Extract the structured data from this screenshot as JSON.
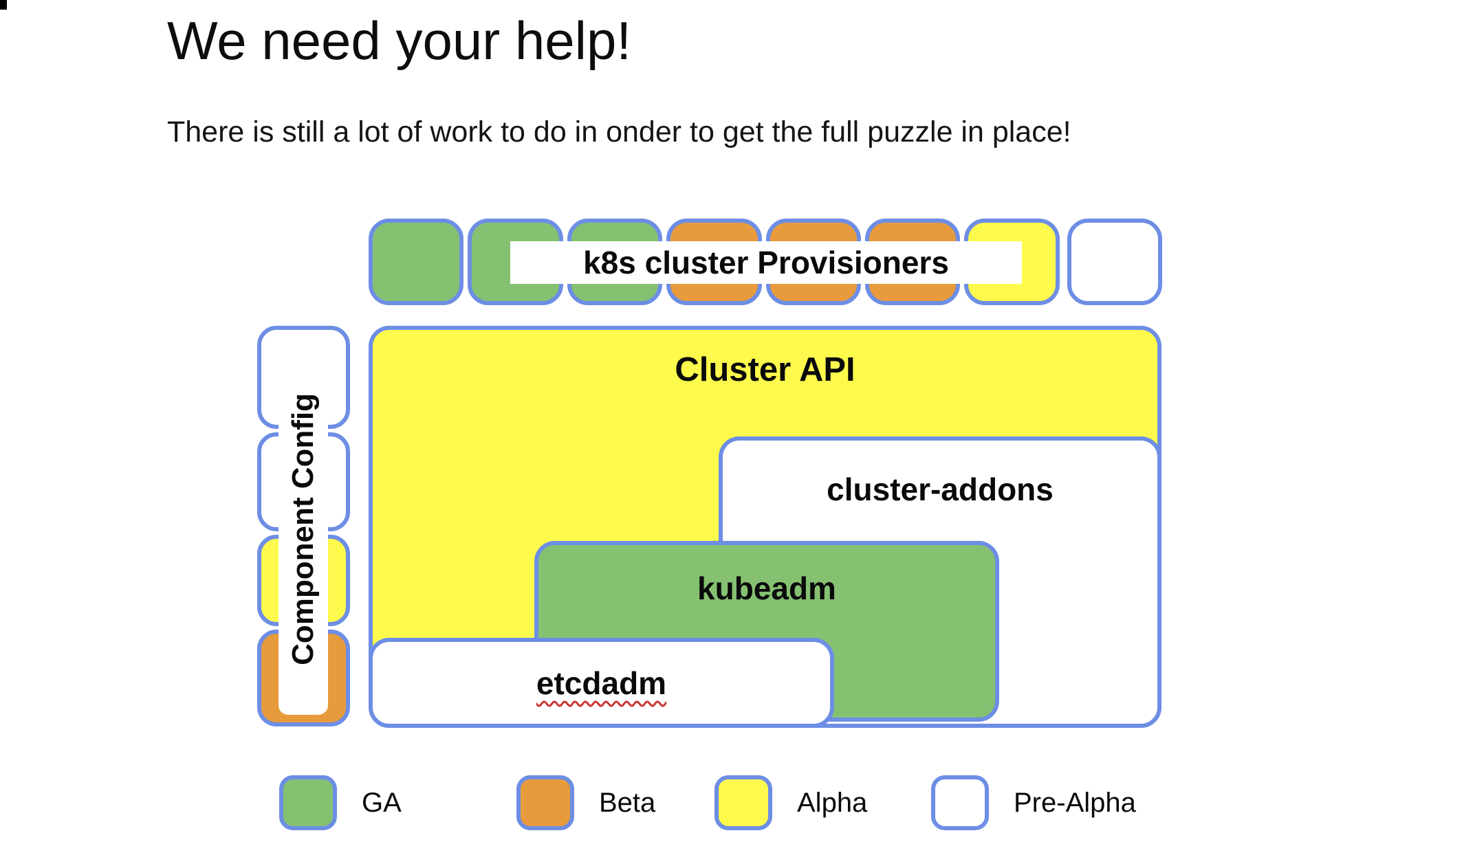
{
  "slide": {
    "title": "We need your help!",
    "subtitle": "There is still a lot of work to do in onder to get the full puzzle in place!"
  },
  "diagram": {
    "provisioners": {
      "label": "k8s cluster Provisioners",
      "pieces": [
        {
          "status": "ga"
        },
        {
          "status": "ga"
        },
        {
          "status": "ga"
        },
        {
          "status": "beta"
        },
        {
          "status": "beta"
        },
        {
          "status": "beta"
        },
        {
          "status": "alpha"
        },
        {
          "status": "pre-alpha"
        }
      ]
    },
    "component_config": {
      "label": "Component Config",
      "segments": [
        {
          "status": "pre-alpha"
        },
        {
          "status": "pre-alpha"
        },
        {
          "status": "alpha"
        },
        {
          "status": "beta"
        }
      ]
    },
    "boxes": {
      "cluster_api": {
        "label": "Cluster API",
        "status": "alpha"
      },
      "cluster_addons": {
        "label": "cluster-addons",
        "status": "pre-alpha"
      },
      "kubeadm": {
        "label": "kubeadm",
        "status": "ga"
      },
      "etcdadm": {
        "label": "etcdadm",
        "status": "pre-alpha",
        "spellcheck_underline": true
      }
    }
  },
  "legend": {
    "items": [
      {
        "label": "GA",
        "status": "ga",
        "color": "#86c172"
      },
      {
        "label": "Beta",
        "status": "beta",
        "color": "#e89b3c"
      },
      {
        "label": "Alpha",
        "status": "alpha",
        "color": "#fdfa4d"
      },
      {
        "label": "Pre-Alpha",
        "status": "pre-alpha",
        "color": "#ffffff"
      }
    ]
  },
  "colors": {
    "ga_green": "#86c172",
    "beta_orange": "#e89b3c",
    "alpha_yellow": "#fdfa4d",
    "pre_alpha_white": "#ffffff",
    "border_blue": "#6d8ee4",
    "spellcheck_red": "#cc3333"
  }
}
